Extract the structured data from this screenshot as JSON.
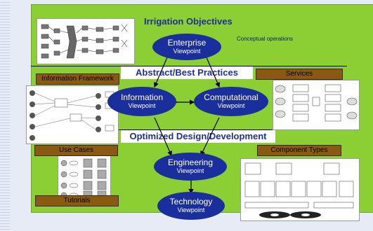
{
  "title": "Irrigation Objectives",
  "conceptual": "Conceptual operations",
  "bands": {
    "abstract": "Abstract/Best Practices",
    "optimized": "Optimized Design/Development"
  },
  "viewpoints": {
    "enterprise": {
      "name": "Enterprise",
      "sub": "Viewpoint"
    },
    "information": {
      "name": "Information",
      "sub": "Viewpoint"
    },
    "computational": {
      "name": "Computational",
      "sub": "Viewpoint"
    },
    "engineering": {
      "name": "Engineering",
      "sub": "Viewpoint"
    },
    "technology": {
      "name": "Technology",
      "sub": "Viewpoint"
    }
  },
  "tags": {
    "information_framework": "Information Framework",
    "services": "Services",
    "use_cases": "Use Cases",
    "component_types": "Component Types",
    "tutorials": "Tutorials"
  },
  "colors": {
    "panel": "#8ccf35",
    "ellipse": "#1a2e9c",
    "tag": "#8a5a12",
    "title": "#1e2f9a"
  }
}
